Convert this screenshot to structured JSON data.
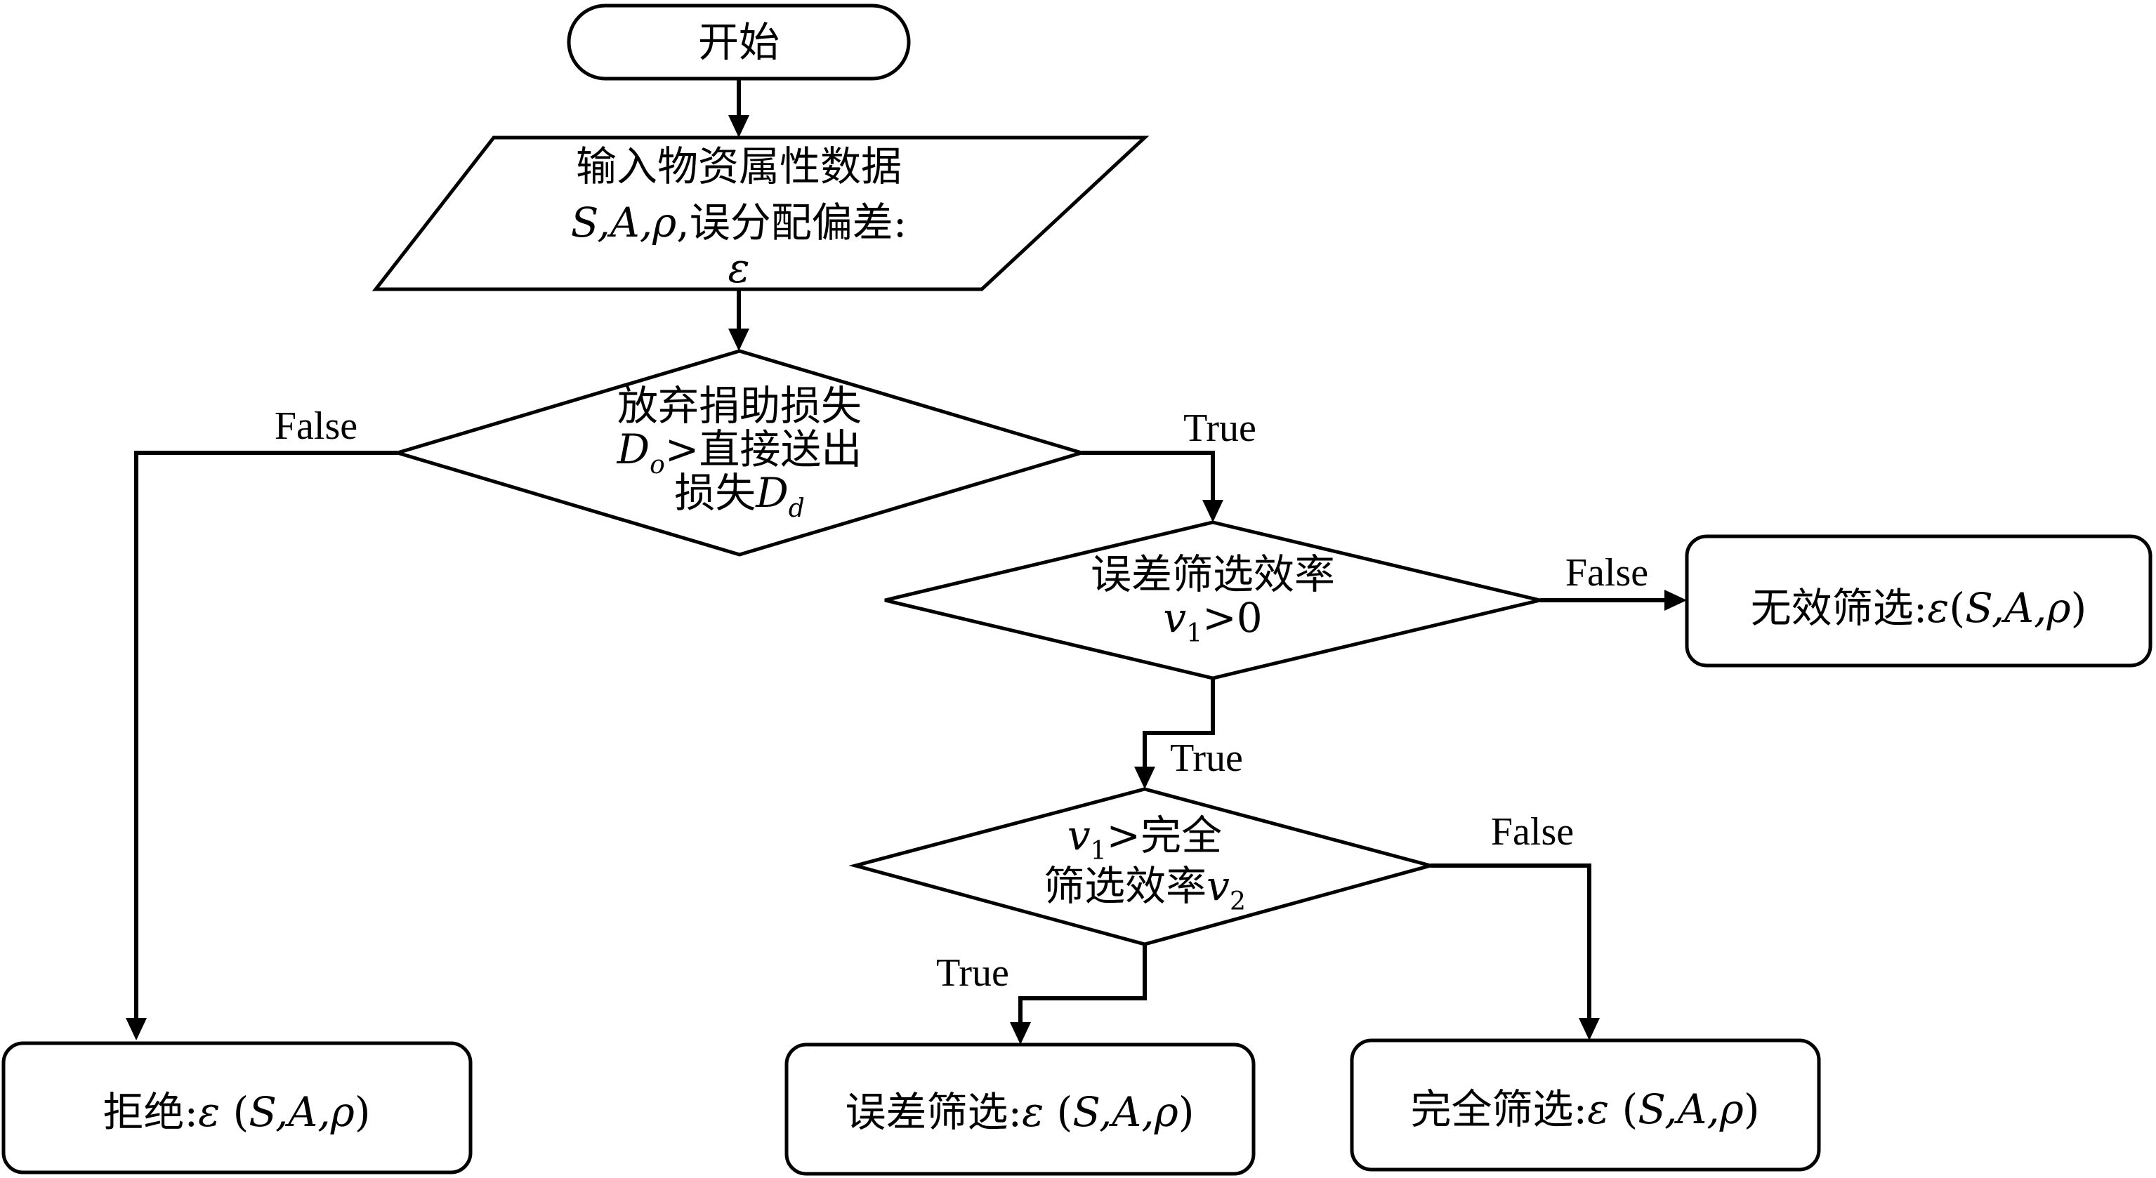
{
  "nodes": {
    "start": {
      "text": "开始"
    },
    "input": {
      "line1": "输入物资属性数据",
      "line2_vars": "S,A,ρ",
      "line2_text": ",误分配偏差:",
      "line3": "ε"
    },
    "decision1": {
      "line1": "放弃捐助损失",
      "line2_var": "D",
      "line2_sub": "o",
      "line2_text": ">直接送出",
      "line3_text": "损失",
      "line3_var": "D",
      "line3_sub": "d"
    },
    "decision2": {
      "line1": "误差筛选效率",
      "line2_var": "v",
      "line2_sub": "1",
      "line2_text": ">0"
    },
    "decision3": {
      "line1_var": "v",
      "line1_sub": "1",
      "line1_text": ">完全",
      "line2_text": "筛选效率",
      "line2_var": "v",
      "line2_sub": "2"
    },
    "invalid": {
      "label": "无效筛选:",
      "epsilon": "ε",
      "open": "(",
      "vars": "S,A,ρ",
      "close": ")"
    },
    "reject": {
      "label": "拒绝:",
      "epsilon": "ε",
      "open": " (",
      "vars": "S,A,ρ",
      "close": ")"
    },
    "error_screen": {
      "label": "误差筛选:",
      "epsilon": "ε",
      "open": " (",
      "vars": "S,A,ρ",
      "close": ")"
    },
    "full_screen": {
      "label": "完全筛选:",
      "epsilon": "ε",
      "open": " (",
      "vars": "S,A,ρ",
      "close": ")"
    }
  },
  "edge_labels": {
    "d1_false": "False",
    "d1_true": "True",
    "d2_false": "False",
    "d2_true": "True",
    "d3_false": "False",
    "d3_true": "True"
  }
}
